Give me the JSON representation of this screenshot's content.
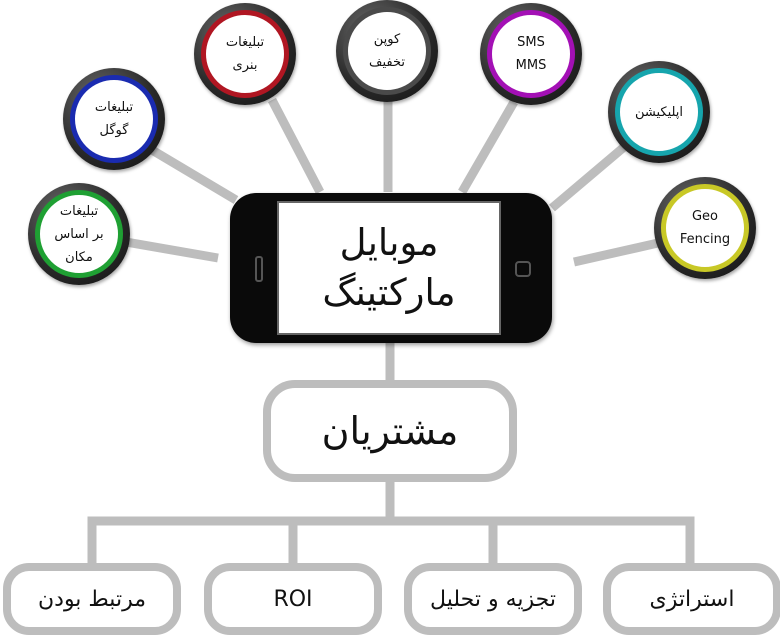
{
  "center": {
    "line1": "موبایل",
    "line2": "مارکتینگ"
  },
  "hub": {
    "label": "مشتریان"
  },
  "channels": [
    {
      "id": "location",
      "lines": [
        "تبلیغات",
        "بر اساس",
        "مکان"
      ],
      "color": "#1fa033"
    },
    {
      "id": "google",
      "lines": [
        "تبلیغات",
        "گوگل"
      ],
      "color": "#1a2bb0"
    },
    {
      "id": "banner",
      "lines": [
        "تبلیغات",
        "بنری"
      ],
      "color": "#b01622"
    },
    {
      "id": "coupon",
      "lines": [
        "کوپن",
        "تخفیف"
      ],
      "color": "#4a4a4a"
    },
    {
      "id": "sms",
      "lines": [
        "SMS",
        "MMS"
      ],
      "color": "#a310b5"
    },
    {
      "id": "app",
      "lines": [
        "اپلیکیشن"
      ],
      "color": "#16a5ad"
    },
    {
      "id": "geo",
      "lines": [
        "Geo",
        "Fencing"
      ],
      "color": "#c8c826"
    }
  ],
  "outcomes": [
    {
      "id": "related",
      "label": "مرتبط  بودن"
    },
    {
      "id": "roi",
      "label": "ROI"
    },
    {
      "id": "analysis",
      "label": "تجزیه و تحلیل"
    },
    {
      "id": "strategy",
      "label": "استراتژی"
    }
  ],
  "connector_color": "#bdbdbd"
}
